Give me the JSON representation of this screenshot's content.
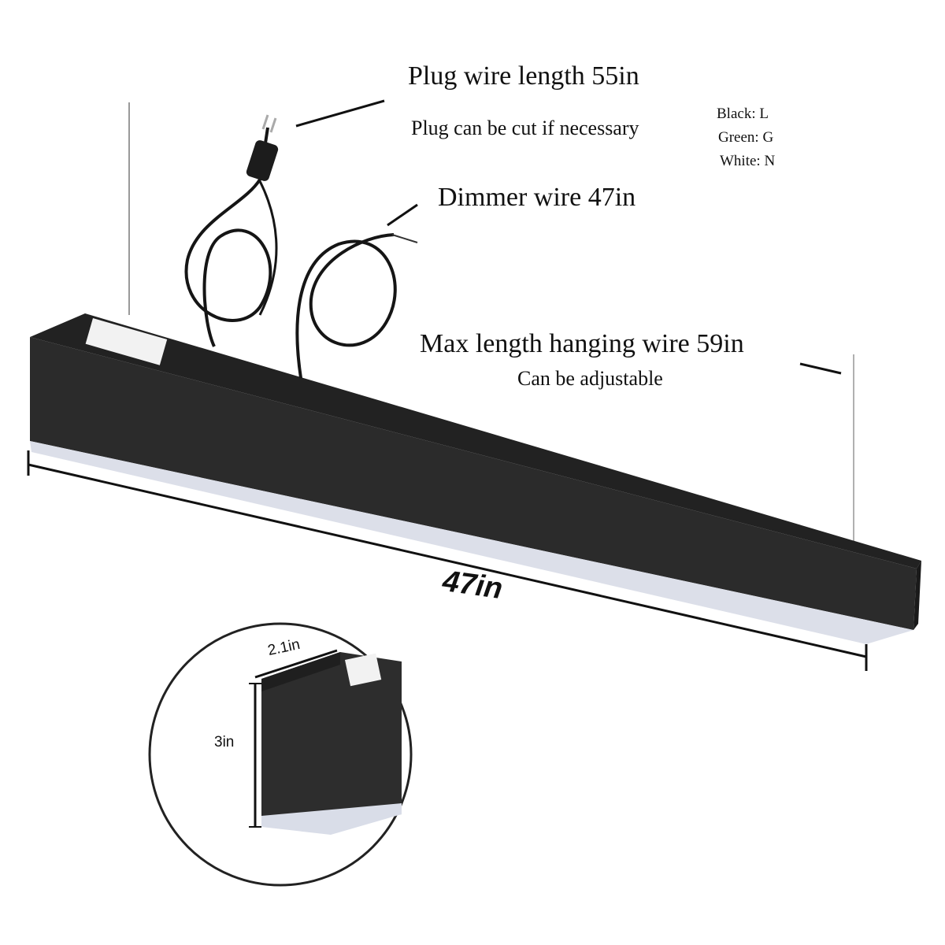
{
  "labels": {
    "plug_wire": "Plug wire length 55in",
    "plug_cut": "Plug can be cut if necessary",
    "dimmer_wire": "Dimmer wire 47in",
    "hanging_wire": "Max length hanging wire 59in",
    "adjustable": "Can be adjustable",
    "length": "47in",
    "width": "2.1in",
    "height": "3in"
  },
  "wire_legend": [
    {
      "text": "Black:  L"
    },
    {
      "text": "Green: G"
    },
    {
      "text": "White: N"
    }
  ],
  "colors": {
    "fixture_body": "#2b2b2b",
    "fixture_top": "#1f1f1f",
    "diffuser": "#d9dde8",
    "cable": "#151515",
    "dimension_line": "#111111"
  }
}
